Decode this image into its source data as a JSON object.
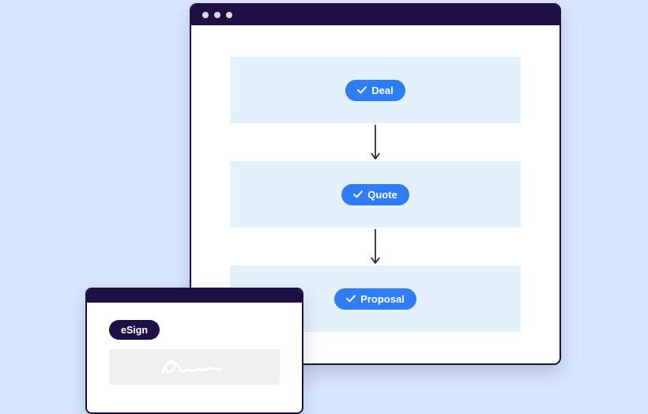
{
  "colors": {
    "background": "#d9e7fc",
    "titlebar": "#1c1044",
    "row_background": "#e3f1fd",
    "pill_accent": "#2e7cf6",
    "arrow": "#16122e",
    "signature_box": "#efefef"
  },
  "main_window": {
    "steps": [
      {
        "label": "Deal"
      },
      {
        "label": "Quote"
      },
      {
        "label": "Proposal"
      }
    ]
  },
  "esign_window": {
    "badge_label": "eSign"
  }
}
